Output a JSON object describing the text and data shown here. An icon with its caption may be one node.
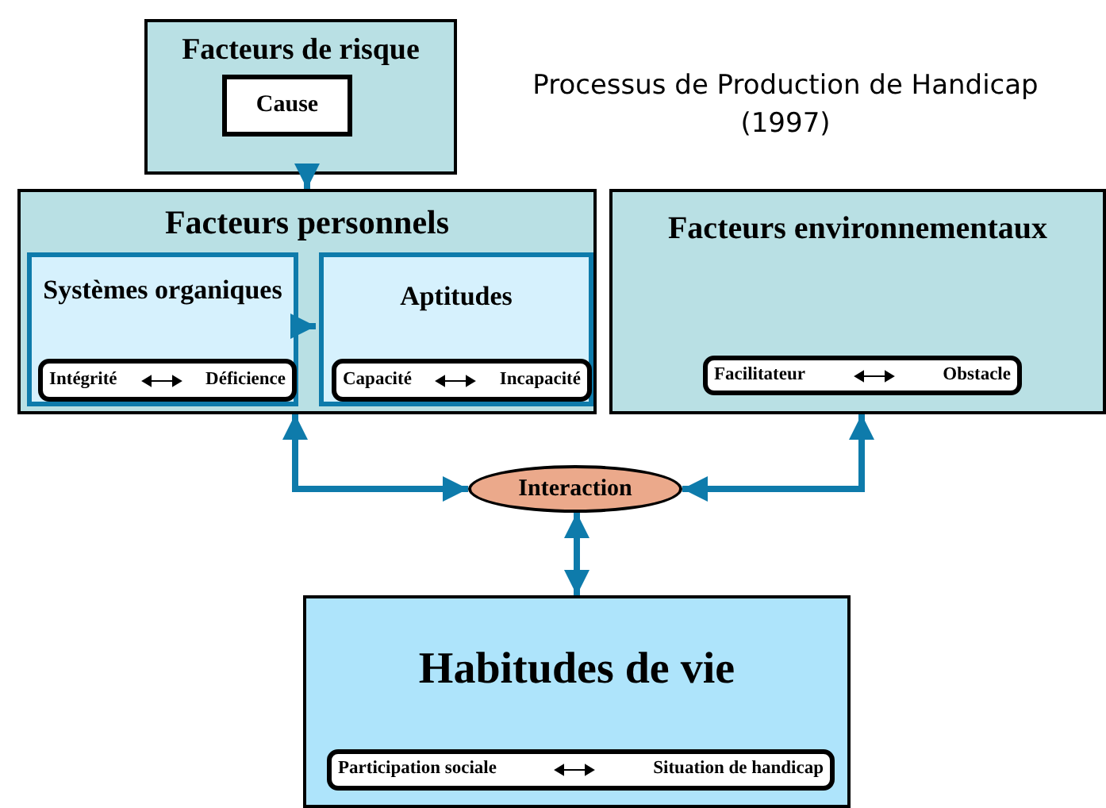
{
  "diagram": {
    "title": "Processus de Production de Handicap (1997)",
    "nodes": [
      {
        "text": [
          "Facteurs de risque"
        ]
      },
      {
        "text": [
          "Cause"
        ],
        "in": 0
      },
      {
        "text": [
          "Facteurs personnels"
        ]
      },
      {
        "text": [
          "Systèmes organiques"
        ],
        "in": 2
      },
      {
        "text": [
          "Intégrité",
          "Déficience"
        ],
        "in": 3
      },
      {
        "text": [
          "Aptitudes"
        ],
        "in": 2
      },
      {
        "text": [
          "Capacité",
          "Incapacité"
        ],
        "in": 5
      },
      {
        "text": [
          "Facteurs environnementaux"
        ]
      },
      {
        "text": [
          "Facilitateur",
          "Obstacle"
        ],
        "in": 7
      },
      {
        "text": [
          "Interaction"
        ]
      },
      {
        "text": [
          "Habitudes de vie"
        ]
      },
      {
        "text": [
          "Participation sociale",
          "Situation de handicap"
        ],
        "in": 10
      }
    ],
    "edges": [
      {
        "from": 0,
        "to": 2,
        "arrow": "to"
      },
      {
        "from": 3,
        "to": 5,
        "arrow": "to"
      },
      {
        "from": 2,
        "to": 9,
        "arrow": "both"
      },
      {
        "from": 9,
        "to": 7,
        "arrow": "both"
      },
      {
        "from": 9,
        "to": 10,
        "arrow": "both"
      }
    ]
  }
}
